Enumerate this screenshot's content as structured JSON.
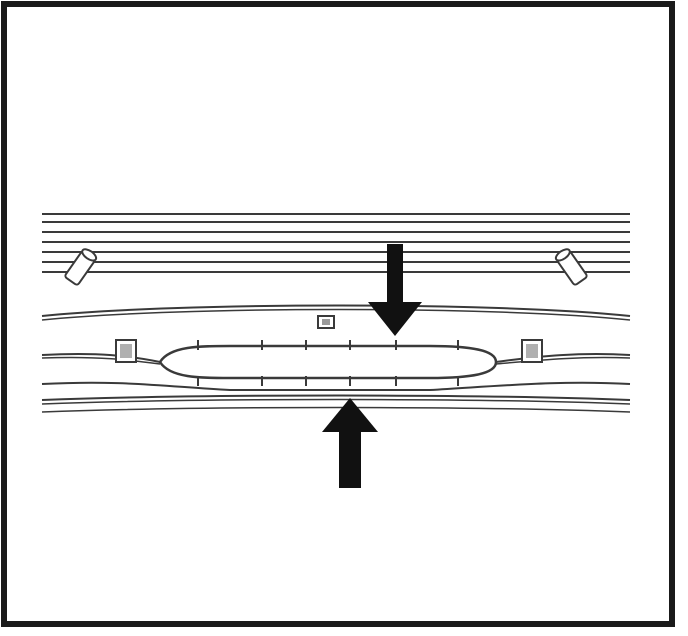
{
  "diagram": {
    "description_text": "",
    "colors": {
      "line": "#3a3a3a",
      "arrow": "#111111",
      "frame": "#1a1a1a",
      "background": "#ffffff"
    },
    "arrows": [
      {
        "name": "downward-arrow",
        "direction": "down"
      },
      {
        "name": "upward-arrow",
        "direction": "up"
      }
    ],
    "icons": [
      "cylinder-clip-icon",
      "square-fastener-icon",
      "small-square-marker-icon"
    ]
  }
}
